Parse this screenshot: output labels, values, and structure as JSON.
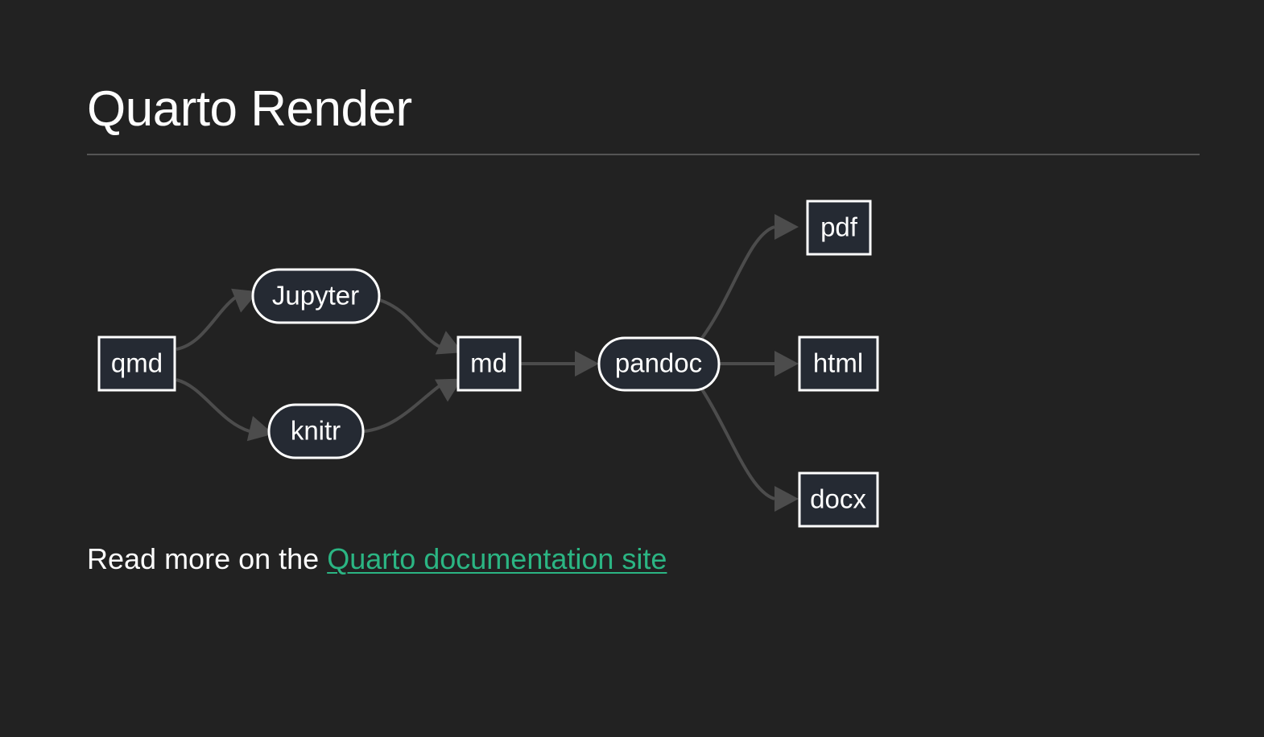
{
  "slide": {
    "title": "Quarto Render",
    "background_color": "#222222",
    "text_color": "#fdfdfd",
    "rule_color": "#555555"
  },
  "footer": {
    "lead_text": "Read more on the ",
    "link_text": "Quarto documentation site",
    "link_color": "#2bb583"
  },
  "diagram": {
    "type": "flowchart",
    "direction": "left-to-right",
    "node_fill": "#252a33",
    "node_stroke": "#ffffff",
    "edge_color": "#4c4c4c",
    "nodes": [
      {
        "id": "qmd",
        "label": "qmd",
        "shape": "rect"
      },
      {
        "id": "jupyter",
        "label": "Jupyter",
        "shape": "stadium"
      },
      {
        "id": "knitr",
        "label": "knitr",
        "shape": "stadium"
      },
      {
        "id": "md",
        "label": "md",
        "shape": "rect"
      },
      {
        "id": "pandoc",
        "label": "pandoc",
        "shape": "stadium"
      },
      {
        "id": "pdf",
        "label": "pdf",
        "shape": "rect"
      },
      {
        "id": "html",
        "label": "html",
        "shape": "rect"
      },
      {
        "id": "docx",
        "label": "docx",
        "shape": "rect"
      }
    ],
    "edges": [
      {
        "from": "qmd",
        "to": "jupyter"
      },
      {
        "from": "qmd",
        "to": "knitr"
      },
      {
        "from": "jupyter",
        "to": "md"
      },
      {
        "from": "knitr",
        "to": "md"
      },
      {
        "from": "md",
        "to": "pandoc"
      },
      {
        "from": "pandoc",
        "to": "pdf"
      },
      {
        "from": "pandoc",
        "to": "html"
      },
      {
        "from": "pandoc",
        "to": "docx"
      }
    ]
  }
}
